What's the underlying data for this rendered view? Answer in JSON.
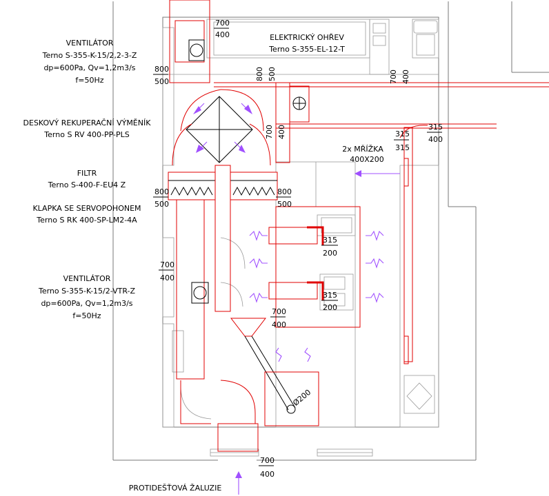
{
  "labels": {
    "fan_top_title": "VENTILÁTOR",
    "fan_top_model": "Terno S-355-K-15/2,2-3-Z",
    "fan_top_params": "dp=600Pa, Qv=1,2m3/s",
    "fan_top_freq": "f=50Hz",
    "recuperator_title": "DESKOVÝ REKUPERAČNÍ VÝMĚNÍK",
    "recuperator_model": "Terno S RV 400-PP-PLS",
    "filter_title": "FILTR",
    "filter_model": "Terno S-400-F-EU4 Z",
    "damper_title": "KLAPKA SE SERVOPOHONEM",
    "damper_model": "Terno S RK 400-SP-LM2-4A",
    "fan_bottom_title": "VENTILÁTOR",
    "fan_bottom_model": "Terno S-355-K-15/2-VTR-Z",
    "fan_bottom_params": "dp=600Pa, Qv=1,2m3/s",
    "fan_bottom_freq": "f=50Hz",
    "heater_title": "ELEKTRICKÝ OHŘEV",
    "heater_model": "Terno S-355-EL-12-T",
    "grille_count": "2x MŘÍŽKA",
    "grille_size": "400X200",
    "louver": "PROTIDEŠŤOVÁ ŽALUZIE",
    "duct_diameter": "Ø200"
  },
  "dims": {
    "top_w": "700",
    "top_h": "400",
    "left_w": "800",
    "left_h": "500",
    "mid_w": "800",
    "mid_h": "500",
    "v_w": "800",
    "v_h": "500",
    "right_v_w": "700",
    "right_v_h": "400",
    "diag_w": "700",
    "diag_h": "400",
    "r1_w": "315",
    "r1_h": "315",
    "r2_w": "315",
    "r2_h": "400",
    "filt_l_w": "800",
    "filt_l_h": "500",
    "filt_r_w": "800",
    "filt_r_h": "500",
    "hood1_w": "315",
    "hood1_h": "200",
    "hood2_w": "315",
    "hood2_h": "200",
    "fan2_w": "700",
    "fan2_h": "400",
    "mid2_w": "700",
    "mid2_h": "400",
    "bot_w": "700",
    "bot_h": "400"
  },
  "colors": {
    "duct": "#e00000",
    "airflow": "#a050ff",
    "building": "#777777",
    "text": "#000000"
  }
}
